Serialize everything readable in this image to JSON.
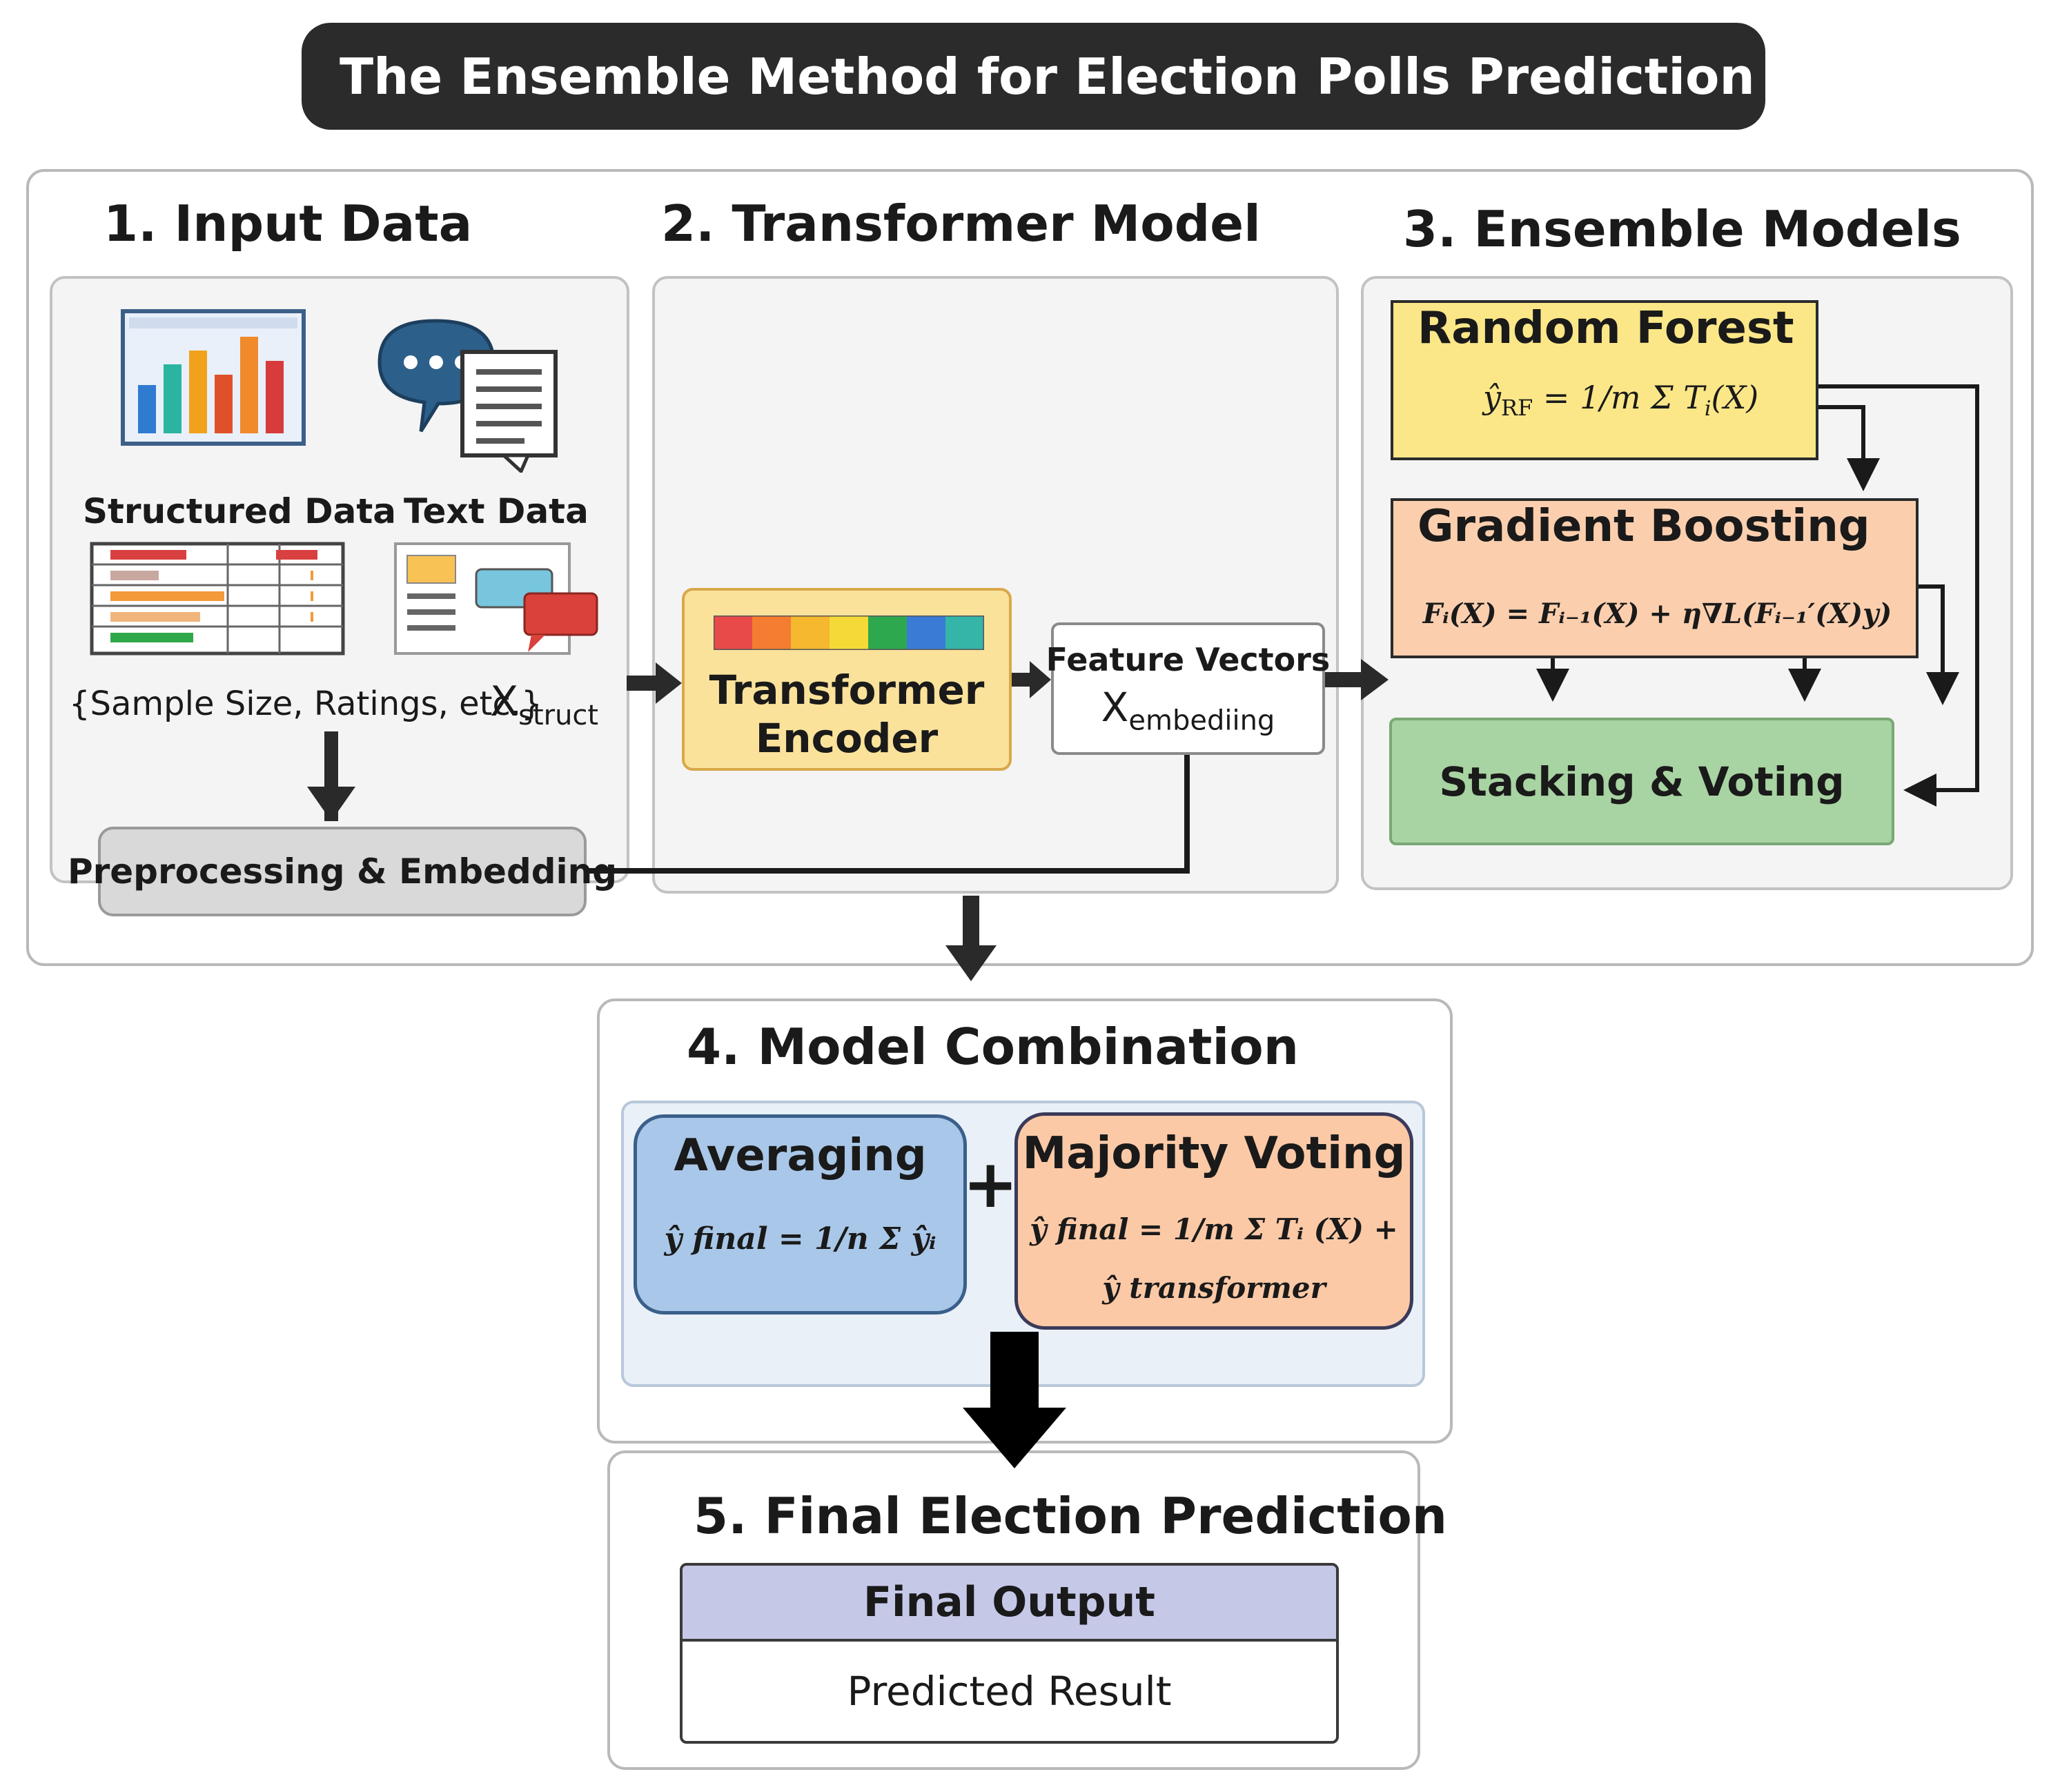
{
  "title": "The Ensemble Method for Election Polls Prediction",
  "sections": {
    "input": {
      "title": "1. Input Data",
      "structured_label": "Structured Data",
      "text_label": "Text Data",
      "sample_label": "{Sample Size, Ratings, etc.}",
      "x_struct": "X",
      "x_struct_sub": "struct",
      "preprocessing_label": "Preprocessing & Embedding"
    },
    "transformer": {
      "title": "2. Transformer Model",
      "encoder_line1": "Transformer",
      "encoder_line2": "Encoder",
      "feature_vectors": "Feature Vectors",
      "x_embed": "X",
      "x_embed_sub": "embediing"
    },
    "ensemble": {
      "title": "3. Ensemble Models",
      "rf_title": "Random Forest",
      "rf_formula_lhs": "ŷ",
      "rf_formula_lhs_sub": "RF",
      "rf_formula_rhs": "= 1/m Σ T",
      "rf_formula_tail": "(X)",
      "gb_title": "Gradient Boosting",
      "gb_formula": "Fᵢ(X) = Fᵢ₋₁(X) + η∇L(Fᵢ₋₁′(X)y)",
      "stacking_label": "Stacking & Voting"
    },
    "combination": {
      "title": "4. Model Combination",
      "averaging_title": "Averaging",
      "averaging_formula": "ŷ final = 1/n Σ ŷᵢ",
      "plus": "+",
      "majority_title": "Majority Voting",
      "majority_formula_line1": "ŷ final = 1/m Σ Tᵢ (X) +",
      "majority_formula_line2": "ŷ transformer"
    },
    "final": {
      "title": "5. Final Election Prediction",
      "output_header": "Final Output",
      "output_value": "Predicted Result"
    }
  },
  "colors": {
    "title_bg": "#2b2b2b",
    "encoder": "#fbe29b",
    "random_forest": "#fbe788",
    "gradient_boosting": "#fbcfae",
    "stacking": "#a8d3a2",
    "averaging": "#a9c7e8",
    "majority": "#fbc9a6",
    "final_header": "#c6c8e8"
  }
}
